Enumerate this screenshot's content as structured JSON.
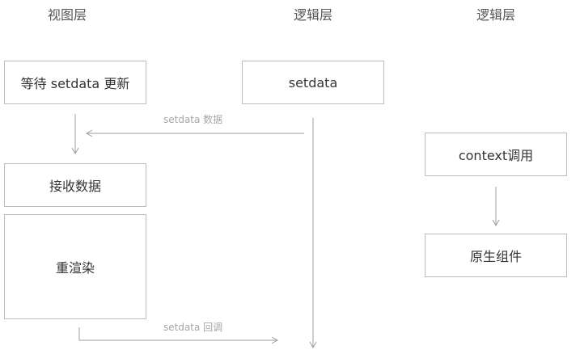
{
  "columns": {
    "view": "视图层",
    "logic1": "逻辑层",
    "logic2": "逻辑层"
  },
  "nodes": {
    "wait_update": "等待 setdata 更新",
    "setdata": "setdata",
    "receive_data": "接收数据",
    "rerender": "重渲染",
    "context_call": "context调用",
    "native_component": "原生组件"
  },
  "edges": {
    "setdata_data": "setdata 数据",
    "setdata_callback": "setdata 回调"
  },
  "colors": {
    "box_border": "#bdbdbd",
    "arrow": "#9e9e9e",
    "edge_label": "#a6a6a6"
  }
}
